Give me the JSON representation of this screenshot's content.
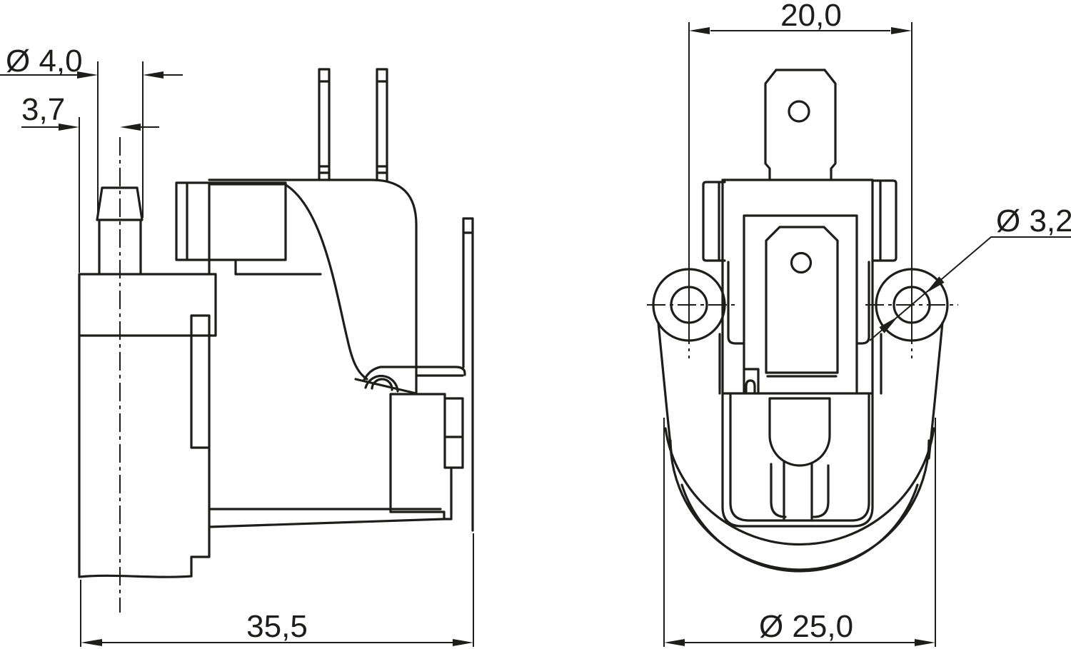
{
  "drawing": {
    "type": "engineering-drawing",
    "background_color": "#ffffff",
    "line_color": "#1d1d1b",
    "units": "mm",
    "decimal_separator": ",",
    "views": [
      {
        "id": "side-view",
        "name": "side view"
      },
      {
        "id": "front-view",
        "name": "front view"
      }
    ],
    "dimensions": {
      "nozzle_diameter": {
        "label": "Ø 4,0",
        "value_mm": 4.0
      },
      "nozzle_offset": {
        "label": "3,7",
        "value_mm": 3.7
      },
      "overall_depth": {
        "label": "35,5",
        "value_mm": 35.5
      },
      "mounting_hole_spacing": {
        "label": "20,0",
        "value_mm": 20.0
      },
      "mounting_hole_diameter": {
        "label": "Ø 3,2",
        "value_mm": 3.2
      },
      "flange_diameter": {
        "label": "Ø 25,0",
        "value_mm": 25.0
      }
    }
  }
}
